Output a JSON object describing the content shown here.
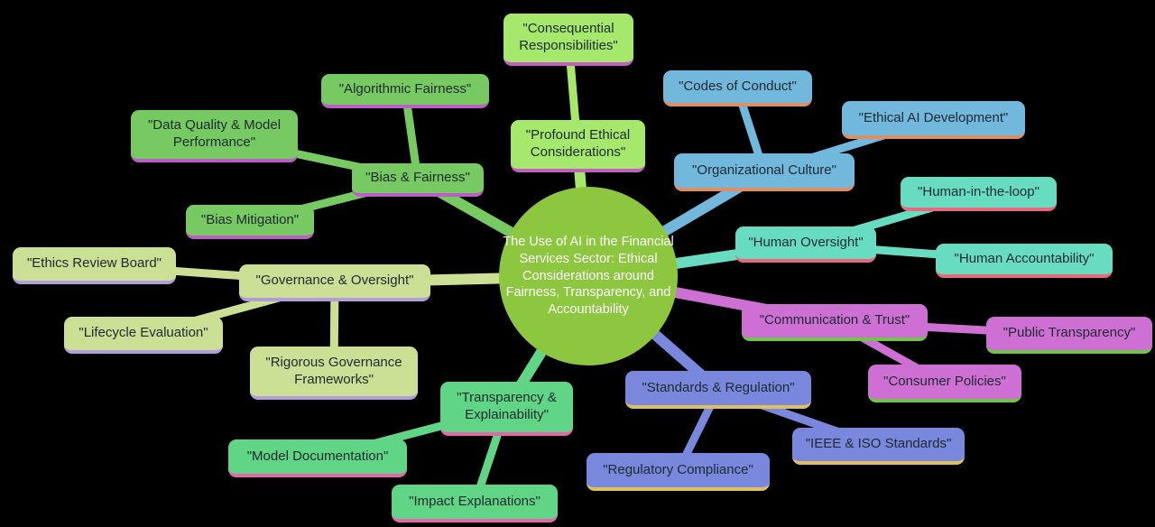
{
  "diagram": {
    "background": "#000000",
    "center": {
      "label": "The Use of AI in the Financial Services Sector: Ethical Considerations around Fairness, Transparency, and Accountability",
      "color": "#8dc63f",
      "text_color": "#ffffff"
    },
    "branches": [
      {
        "id": "profound-ethical-considerations",
        "label": "\"Profound Ethical Considerations\"",
        "color": "#a6e86b",
        "border_color": "#c55ec2",
        "children": [
          {
            "id": "consequential-responsibilities",
            "label": "\"Consequential Responsibilities\""
          }
        ]
      },
      {
        "id": "bias-fairness",
        "label": "\"Bias & Fairness\"",
        "color": "#77c961",
        "border_color": "#bb5fc7",
        "children": [
          {
            "id": "algorithmic-fairness",
            "label": "\"Algorithmic Fairness\""
          },
          {
            "id": "data-quality-model-performance",
            "label": "\"Data Quality & Model Performance\""
          },
          {
            "id": "bias-mitigation",
            "label": "\"Bias Mitigation\""
          }
        ]
      },
      {
        "id": "organizational-culture",
        "label": "\"Organizational Culture\"",
        "color": "#72b7dc",
        "border_color": "#de8e63",
        "children": [
          {
            "id": "codes-of-conduct",
            "label": "\"Codes of Conduct\""
          },
          {
            "id": "ethical-ai-development",
            "label": "\"Ethical AI Development\""
          }
        ]
      },
      {
        "id": "human-oversight",
        "label": "\"Human Oversight\"",
        "color": "#68dcc0",
        "border_color": "#e8697d",
        "children": [
          {
            "id": "human-in-the-loop",
            "label": "\"Human-in-the-loop\""
          },
          {
            "id": "human-accountability",
            "label": "\"Human Accountability\""
          }
        ]
      },
      {
        "id": "governance-oversight",
        "label": "\"Governance & Oversight\"",
        "color": "#cbdf95",
        "border_color": "#b29ddb",
        "children": [
          {
            "id": "ethics-review-board",
            "label": "\"Ethics Review Board\""
          },
          {
            "id": "lifecycle-evaluation",
            "label": "\"Lifecycle Evaluation\""
          },
          {
            "id": "rigorous-governance-frameworks",
            "label": "\"Rigorous Governance Frameworks\""
          }
        ]
      },
      {
        "id": "communication-trust",
        "label": "\"Communication & Trust\"",
        "color": "#ce6fd3",
        "border_color": "#72c24e",
        "children": [
          {
            "id": "public-transparency",
            "label": "\"Public Transparency\""
          },
          {
            "id": "consumer-policies",
            "label": "\"Consumer Policies\""
          }
        ]
      },
      {
        "id": "standards-regulation",
        "label": "\"Standards & Regulation\"",
        "color": "#7987dd",
        "border_color": "#dec05e",
        "children": [
          {
            "id": "regulatory-compliance",
            "label": "\"Regulatory Compliance\""
          },
          {
            "id": "ieee-iso-standards",
            "label": "\"IEEE & ISO Standards\""
          }
        ]
      },
      {
        "id": "transparency-explainability",
        "label": "\"Transparency & Explainability\"",
        "color": "#60d585",
        "border_color": "#e765ab",
        "children": [
          {
            "id": "model-documentation",
            "label": "\"Model Documentation\""
          },
          {
            "id": "impact-explanations",
            "label": "\"Impact Explanations\""
          }
        ]
      }
    ]
  }
}
